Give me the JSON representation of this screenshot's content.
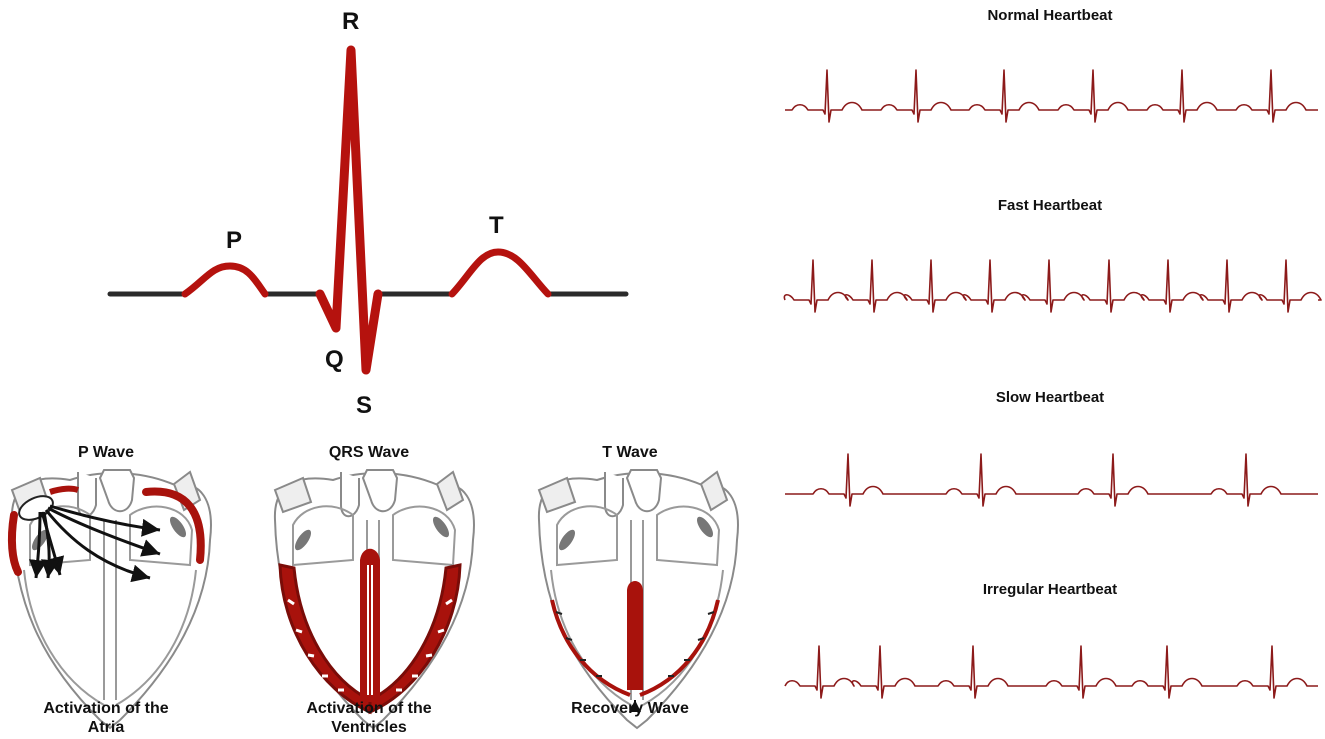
{
  "ecg": {
    "labels": {
      "p": "P",
      "q": "Q",
      "r": "R",
      "s": "S",
      "t": "T"
    },
    "colors": {
      "baseline": "#2b2b2b",
      "wave": "#b5120e"
    }
  },
  "hearts": [
    {
      "title": "P Wave",
      "caption_line1": "Activation of the",
      "caption_line2": "Atria"
    },
    {
      "title": "QRS Wave",
      "caption_line1": "Activation of the",
      "caption_line2": "Ventricles"
    },
    {
      "title": "T Wave",
      "caption_line1": "Recovery Wave",
      "caption_line2": ""
    }
  ],
  "rhythms": [
    {
      "title": "Normal Heartbeat"
    },
    {
      "title": "Fast Heartbeat"
    },
    {
      "title": "Slow Heartbeat"
    },
    {
      "title": "Irregular Heartbeat"
    }
  ],
  "colors": {
    "muscle": "#a8120c",
    "outline": "#8a8a8a",
    "trace": "#8c1a1a"
  }
}
